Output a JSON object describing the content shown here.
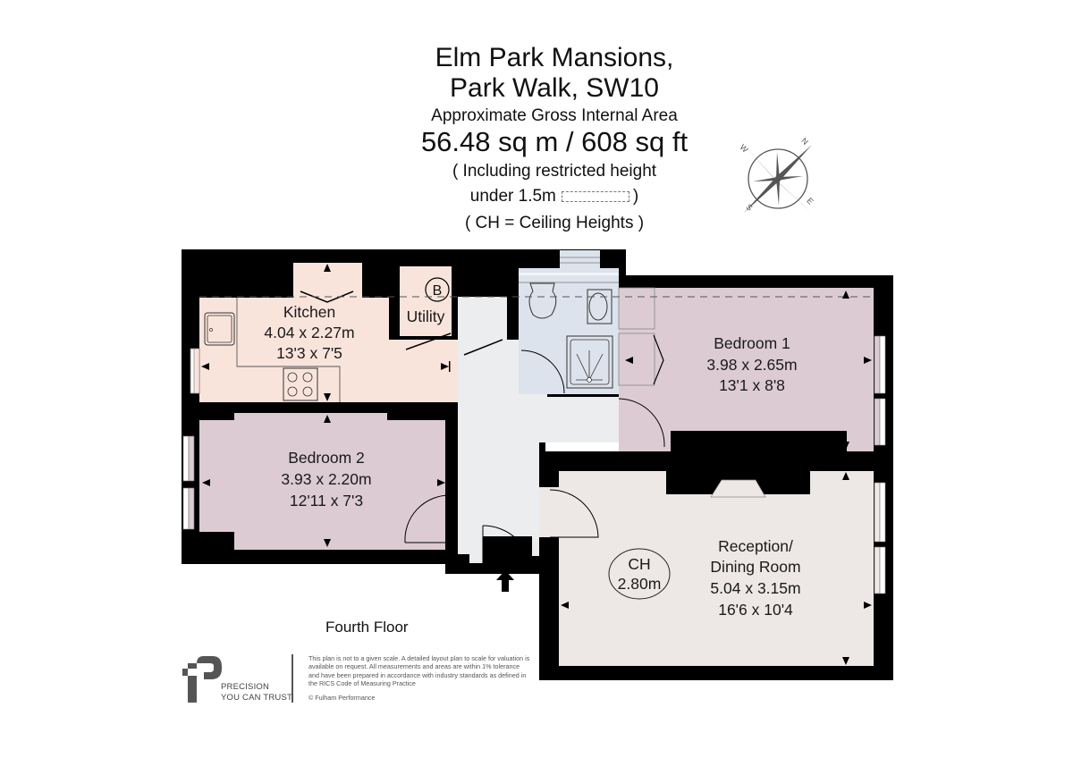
{
  "header": {
    "title_line1": "Elm Park Mansions,",
    "title_line2": "Park Walk, SW10",
    "area_label": "Approximate Gross Internal Area",
    "area_value": "56.48 sq m  /  608 sq ft",
    "restricted_line1": "( Including restricted height",
    "restricted_line2": "under 1.5m",
    "restricted_close": ")",
    "ceiling_note": "( CH = Ceiling Heights )"
  },
  "compass": {
    "n": "N",
    "e": "E",
    "s": "S",
    "w": "W"
  },
  "rooms": {
    "kitchen": {
      "name": "Kitchen",
      "metric": "4.04 x 2.27m",
      "imperial": "13'3 x 7'5",
      "fill": "#f9e4dc"
    },
    "utility": {
      "name": "Utility",
      "boiler": "B",
      "fill": "#f9e4dc"
    },
    "bathroom": {
      "fill": "#dde3ec"
    },
    "hall": {
      "fill": "#ebedef"
    },
    "bedroom1": {
      "name": "Bedroom 1",
      "metric": "3.98 x 2.65m",
      "imperial": "13'1 x 8'8",
      "fill": "#dccbd3"
    },
    "bedroom2": {
      "name": "Bedroom 2",
      "metric": "3.93 x 2.20m",
      "imperial": "12'11 x 7'3",
      "fill": "#dccbd3"
    },
    "reception": {
      "name_line1": "Reception/",
      "name_line2": "Dining Room",
      "metric": "5.04 x 3.15m",
      "imperial": "16'6 x 10'4",
      "fill": "#ede8e5"
    }
  },
  "ceiling_height": {
    "label": "CH",
    "value": "2.80m"
  },
  "floor_label": "Fourth Floor",
  "branding": {
    "line1": "PRECISION",
    "line2": "YOU CAN TRUST",
    "disclaimer": "This plan is not to a given scale. A detailed layout plan to scale for valuation is available on request. All measurements and areas are within 1% tolerance and have been prepared in accordance with industry standards as defined in the RICS Code of Measuring Practice",
    "copyright": "© Fulham Performance",
    "logo_color": "#555555"
  },
  "colors": {
    "wall": "#000000"
  }
}
